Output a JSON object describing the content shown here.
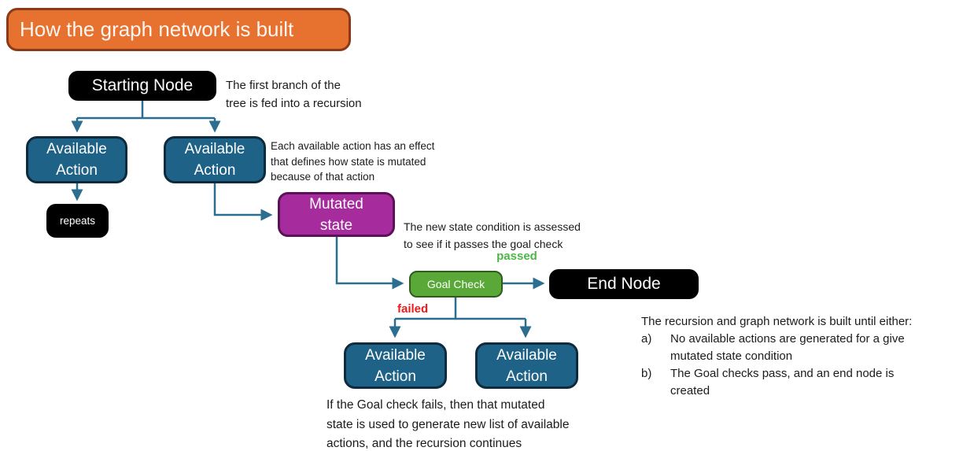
{
  "title": {
    "label": "How the graph network is built"
  },
  "nodes": {
    "starting": {
      "label": "Starting Node"
    },
    "available_top_left": {
      "label": "Available\nAction"
    },
    "available_top_right": {
      "label": "Available\nAction"
    },
    "repeats": {
      "label": "repeats"
    },
    "mutated": {
      "label": "Mutated\nstate"
    },
    "goal_check": {
      "label": "Goal Check"
    },
    "end": {
      "label": "End Node"
    },
    "available_bottom_left": {
      "label": "Available\nAction"
    },
    "available_bottom_right": {
      "label": "Available\nAction"
    }
  },
  "edge_labels": {
    "passed": "passed",
    "failed": "failed"
  },
  "notes": {
    "first_branch": "The first branch of the\ntree is fed into a recursion",
    "action_effect": "Each available action has an effect\nthat defines how state is mutated\nbecause of that action",
    "goal_assessed": "The new state condition is assessed\nto see if it passes the goal check",
    "failed_recursion": "If the Goal check fails, then that mutated\nstate is used to generate new list of available\nactions, and the recursion continues"
  },
  "termination_note": {
    "heading": "The recursion and graph network is built until either:",
    "items": [
      {
        "marker": "a)",
        "text": "No available actions are generated for a give\nmutated state condition"
      },
      {
        "marker": "b)",
        "text": "The Goal checks pass, and an end node is\ncreated"
      }
    ]
  },
  "colors": {
    "title_fill": "#e7712f",
    "title_border": "#8a3a18",
    "action_fill": "#1f6287",
    "action_border": "#0d2b3d",
    "mutated_fill": "#a62c9e",
    "mutated_border": "#5a1157",
    "goal_fill": "#5aa838",
    "goal_border": "#2e5c1e",
    "node_black": "#000000",
    "connector": "#2b6e8f",
    "passed_text": "#4cb648",
    "failed_text": "#ec1c1c"
  }
}
